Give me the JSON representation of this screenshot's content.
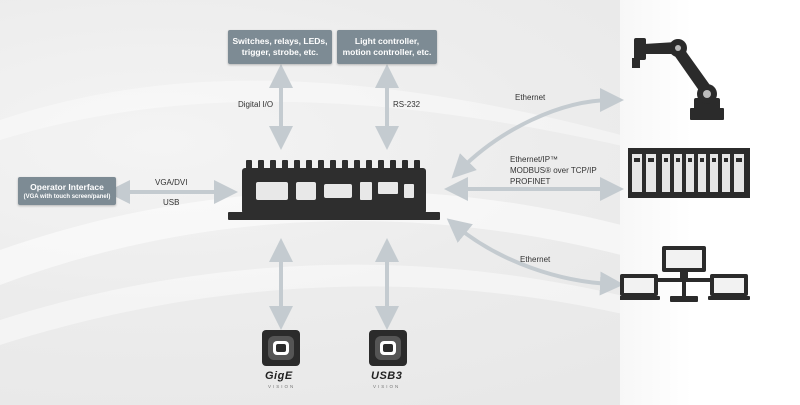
{
  "boxes": {
    "io_devices": {
      "line1": "Switches, relays, LEDs,",
      "line2": "trigger, strobe, etc."
    },
    "light_controller": {
      "line1": "Light controller,",
      "line2": "motion controller, etc."
    },
    "operator_interface": {
      "title": "Operator Interface",
      "sub": "(VGA with touch screen/panel)"
    }
  },
  "labels": {
    "digital_io": "Digital I/O",
    "rs232": "RS-232",
    "vga_dvi": "VGA/DVI",
    "usb": "USB",
    "ethernet_top": "Ethernet",
    "ethernet_ip": "Ethernet/IP™",
    "modbus": "MODBUS® over TCP/IP",
    "profinet": "PROFINET",
    "ethernet_bottom": "Ethernet"
  },
  "logos": {
    "gige": "GigE",
    "gige_vision": "VISION",
    "usb3": "USB3",
    "usb3_vision": "VISION"
  },
  "colors": {
    "box": "#7d8b94",
    "arrow": "#c4cbd0",
    "device": "#2e2e2e",
    "icons": "#2b2b2b"
  },
  "icons": {
    "robot": "industrial-robot-arm-icon",
    "plc": "plc-rack-icon",
    "network": "networked-computers-icon",
    "camera": "camera-icon"
  }
}
